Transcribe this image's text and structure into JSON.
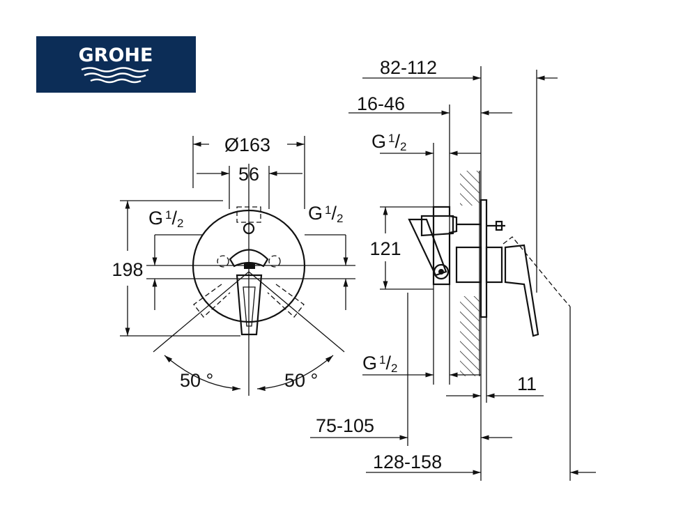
{
  "logo": {
    "text": "GROHE",
    "background": "#0c2d57"
  },
  "front_view": {
    "diameter": "Ø163",
    "handle_width": "56",
    "height": "198",
    "angle_left": "50 °",
    "angle_right": "50 °",
    "thread_left": {
      "letter": "G",
      "num": "1",
      "slash": "/",
      "den": "2"
    },
    "thread_right": {
      "letter": "G",
      "num": "1",
      "slash": "/",
      "den": "2"
    }
  },
  "side_view": {
    "total_depth": "82-112",
    "wall_depth": "16-46",
    "thread_top": {
      "letter": "G",
      "num": "1",
      "slash": "/",
      "den": "2"
    },
    "thread_bottom": {
      "letter": "G",
      "num": "1",
      "slash": "/",
      "den": "2"
    },
    "body_height": "121",
    "plate_thickness": "11",
    "install_depth": "75-105",
    "overall_depth": "128-158"
  }
}
